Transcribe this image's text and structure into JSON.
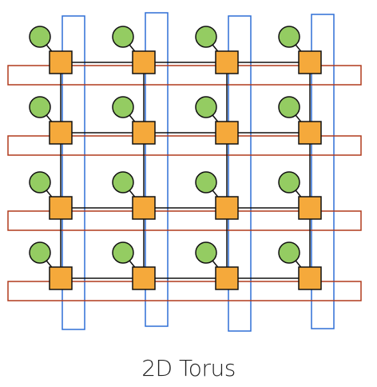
{
  "caption": "2D Torus",
  "grid": {
    "rows": 4,
    "cols": 4
  },
  "colors": {
    "router_fill": "#f5a93b",
    "node_fill": "#94cc62",
    "link": "#111111",
    "row_wrap": "#b03a1c",
    "col_wrap": "#2f6fd6",
    "outline": "#111111"
  }
}
